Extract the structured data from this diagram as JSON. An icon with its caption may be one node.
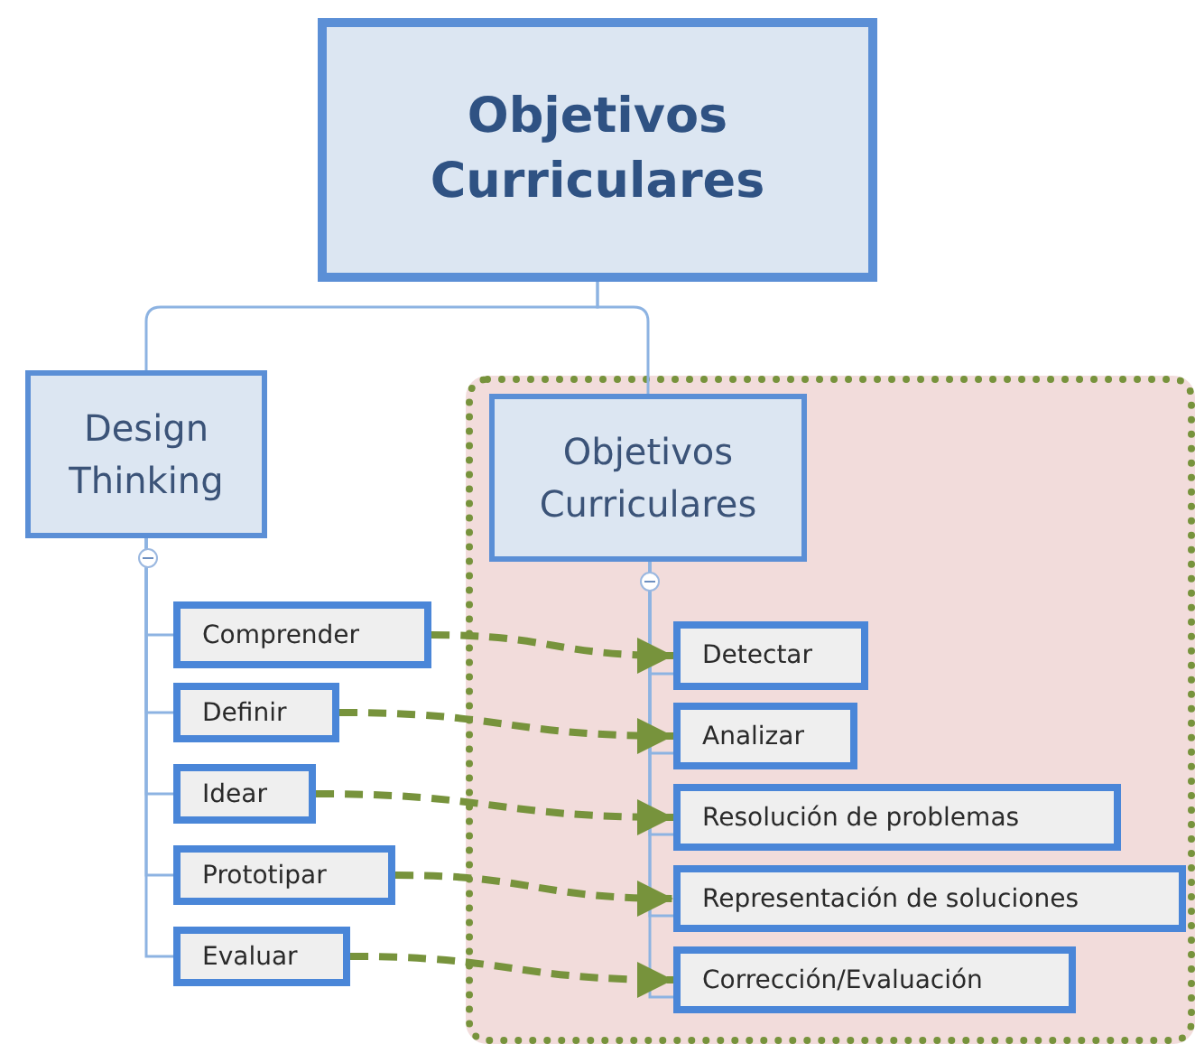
{
  "diagram": {
    "nodes": [
      {
        "text": [
          "Objetivos Curriculares"
        ]
      },
      {
        "text": [
          "Design Thinking"
        ]
      },
      {
        "text": [
          "Comprender"
        ]
      },
      {
        "text": [
          "Definir"
        ]
      },
      {
        "text": [
          "Idear"
        ]
      },
      {
        "text": [
          "Prototipar"
        ]
      },
      {
        "text": [
          "Evaluar"
        ]
      },
      {
        "text": [],
        "shape": "box"
      },
      {
        "text": [
          "Objetivos Curriculares"
        ],
        "in": 7
      },
      {
        "text": [
          "Detectar"
        ],
        "in": 7
      },
      {
        "text": [
          "Analizar"
        ],
        "in": 7
      },
      {
        "text": [
          "Resolución de problemas"
        ],
        "in": 7
      },
      {
        "text": [
          "Representación de soluciones"
        ],
        "in": 7
      },
      {
        "text": [
          "Corrección/Evaluación"
        ],
        "in": 7
      }
    ],
    "edges": [
      {
        "from": 0,
        "to": 1,
        "arrow": "none"
      },
      {
        "from": 0,
        "to": 8,
        "arrow": "none"
      },
      {
        "from": 1,
        "to": 2,
        "arrow": "none"
      },
      {
        "from": 1,
        "to": 3,
        "arrow": "none"
      },
      {
        "from": 1,
        "to": 4,
        "arrow": "none"
      },
      {
        "from": 1,
        "to": 5,
        "arrow": "none"
      },
      {
        "from": 1,
        "to": 6,
        "arrow": "none"
      },
      {
        "from": 8,
        "to": 9,
        "arrow": "none"
      },
      {
        "from": 8,
        "to": 10,
        "arrow": "none"
      },
      {
        "from": 8,
        "to": 11,
        "arrow": "none"
      },
      {
        "from": 8,
        "to": 12,
        "arrow": "none"
      },
      {
        "from": 8,
        "to": 13,
        "arrow": "none"
      },
      {
        "from": 2,
        "to": 9,
        "arrow": "to",
        "style": "dashed",
        "color": "#77933c"
      },
      {
        "from": 3,
        "to": 10,
        "arrow": "to",
        "style": "dashed",
        "color": "#77933c"
      },
      {
        "from": 4,
        "to": 11,
        "arrow": "to",
        "style": "dashed",
        "color": "#77933c"
      },
      {
        "from": 5,
        "to": 12,
        "arrow": "to",
        "style": "dashed",
        "color": "#77933c"
      },
      {
        "from": 6,
        "to": 13,
        "arrow": "to",
        "style": "dashed",
        "color": "#77933c"
      }
    ]
  }
}
